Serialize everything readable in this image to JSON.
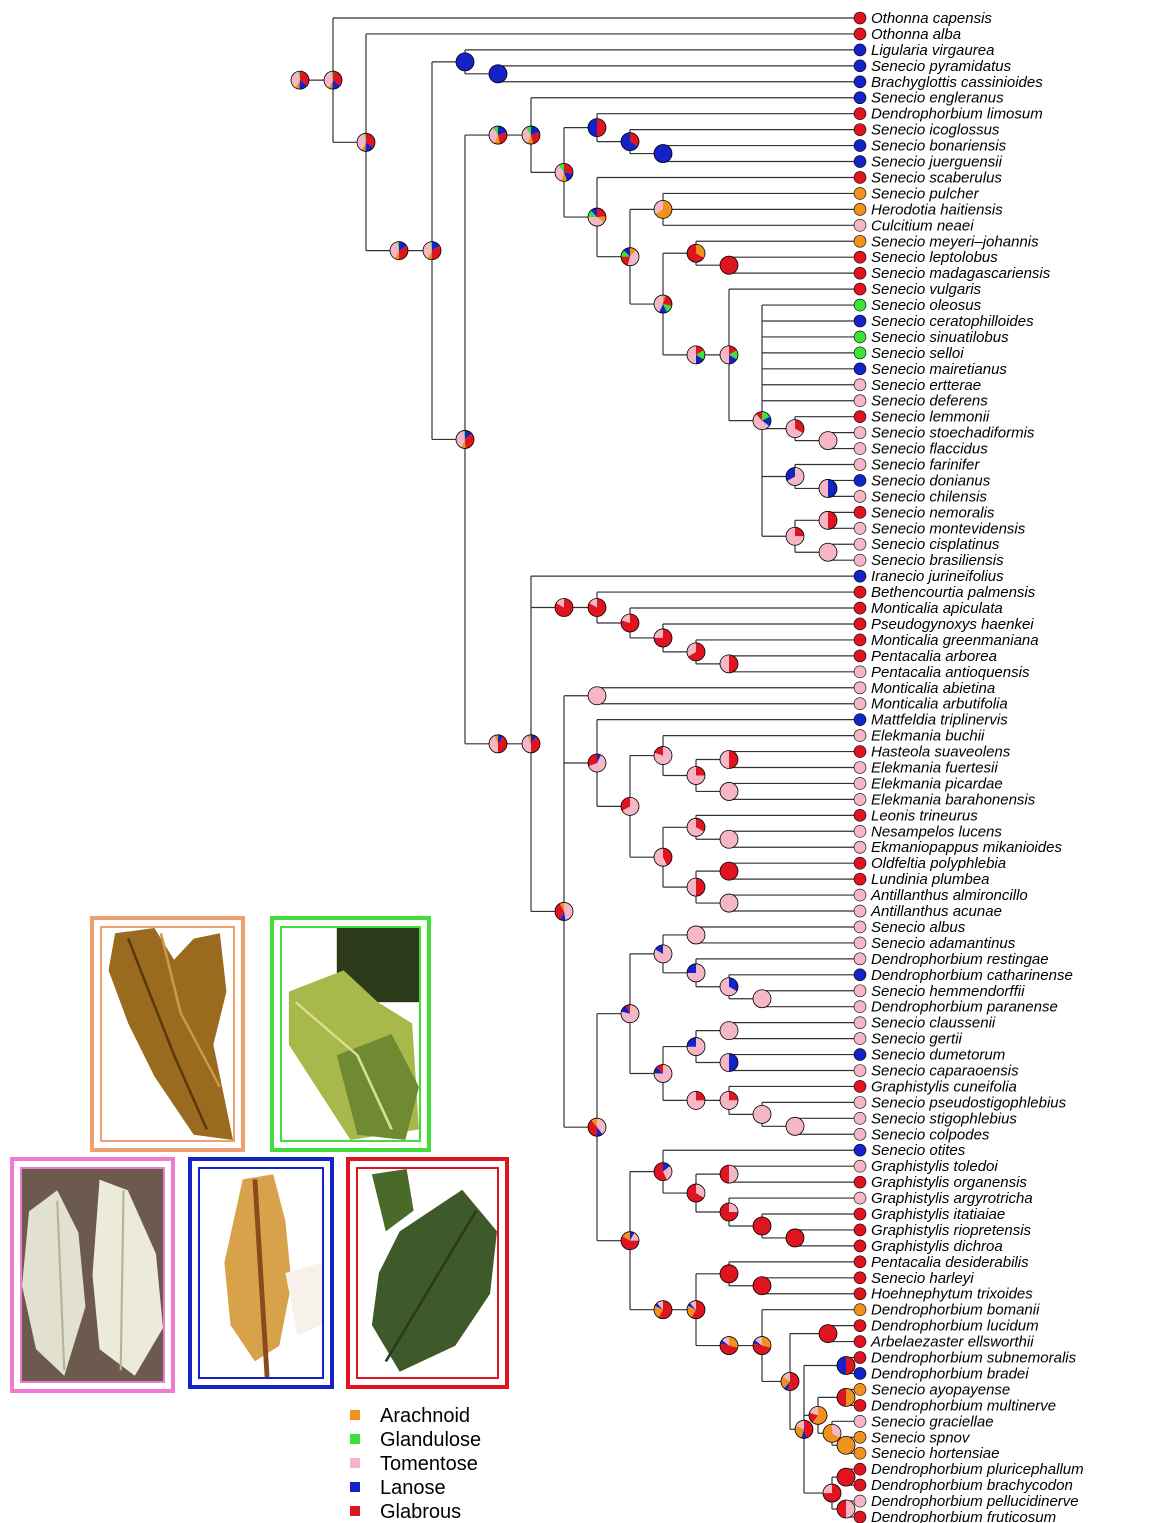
{
  "colors": {
    "Arachnoid": "#f0921e",
    "Glandulose": "#3ee03a",
    "Tomentose": "#f5b6c5",
    "Lanose": "#1423c8",
    "Glabrous": "#e0141e"
  },
  "legend": [
    {
      "key": "Arachnoid",
      "label": "Arachnoid"
    },
    {
      "key": "Glandulose",
      "label": "Glandulose"
    },
    {
      "key": "Tomentose",
      "label": "Tomentose"
    },
    {
      "key": "Lanose",
      "label": "Lanose"
    },
    {
      "key": "Glabrous",
      "label": "Glabrous"
    }
  ],
  "tips": [
    {
      "name": "Othonna capensis",
      "state": "Glabrous"
    },
    {
      "name": "Othonna alba",
      "state": "Glabrous"
    },
    {
      "name": "Ligularia virgaurea",
      "state": "Lanose"
    },
    {
      "name": "Senecio pyramidatus",
      "state": "Lanose"
    },
    {
      "name": "Brachyglottis cassinioides",
      "state": "Lanose"
    },
    {
      "name": "Senecio engleranus",
      "state": "Lanose"
    },
    {
      "name": "Dendrophorbium limosum",
      "state": "Glabrous"
    },
    {
      "name": "Senecio icoglossus",
      "state": "Glabrous"
    },
    {
      "name": "Senecio bonariensis",
      "state": "Lanose"
    },
    {
      "name": "Senecio juerguensii",
      "state": "Lanose"
    },
    {
      "name": "Senecio scaberulus",
      "state": "Glabrous"
    },
    {
      "name": "Senecio pulcher",
      "state": "Arachnoid"
    },
    {
      "name": "Herodotia haitiensis",
      "state": "Arachnoid"
    },
    {
      "name": "Culcitium neaei",
      "state": "Tomentose"
    },
    {
      "name": "Senecio meyeri–johannis",
      "state": "Arachnoid"
    },
    {
      "name": "Senecio leptolobus",
      "state": "Glabrous"
    },
    {
      "name": "Senecio madagascariensis",
      "state": "Glabrous"
    },
    {
      "name": "Senecio vulgaris",
      "state": "Glabrous"
    },
    {
      "name": "Senecio oleosus",
      "state": "Glandulose"
    },
    {
      "name": "Senecio ceratophilloides",
      "state": "Lanose"
    },
    {
      "name": "Senecio sinuatilobus",
      "state": "Glandulose"
    },
    {
      "name": "Senecio selloi",
      "state": "Glandulose"
    },
    {
      "name": "Senecio mairetianus",
      "state": "Lanose"
    },
    {
      "name": "Senecio ertterae",
      "state": "Tomentose"
    },
    {
      "name": "Senecio deferens",
      "state": "Tomentose"
    },
    {
      "name": "Senecio lemmonii",
      "state": "Glabrous"
    },
    {
      "name": "Senecio stoechadiformis",
      "state": "Tomentose"
    },
    {
      "name": "Senecio flaccidus",
      "state": "Tomentose"
    },
    {
      "name": "Senecio farinifer",
      "state": "Tomentose"
    },
    {
      "name": "Senecio donianus",
      "state": "Lanose"
    },
    {
      "name": "Senecio chilensis",
      "state": "Tomentose"
    },
    {
      "name": "Senecio nemoralis",
      "state": "Glabrous"
    },
    {
      "name": "Senecio montevidensis",
      "state": "Tomentose"
    },
    {
      "name": "Senecio cisplatinus",
      "state": "Tomentose"
    },
    {
      "name": "Senecio brasiliensis",
      "state": "Tomentose"
    },
    {
      "name": "Iranecio jurineifolius",
      "state": "Lanose"
    },
    {
      "name": "Bethencourtia palmensis",
      "state": "Glabrous"
    },
    {
      "name": "Monticalia apiculata",
      "state": "Glabrous"
    },
    {
      "name": "Pseudogynoxys haenkei",
      "state": "Glabrous"
    },
    {
      "name": "Monticalia greenmaniana",
      "state": "Glabrous"
    },
    {
      "name": "Pentacalia arborea",
      "state": "Glabrous"
    },
    {
      "name": "Pentacalia antioquensis",
      "state": "Tomentose"
    },
    {
      "name": "Monticalia abietina",
      "state": "Tomentose"
    },
    {
      "name": "Monticalia arbutifolia",
      "state": "Tomentose"
    },
    {
      "name": "Mattfeldia triplinervis",
      "state": "Lanose"
    },
    {
      "name": "Elekmania buchii",
      "state": "Tomentose"
    },
    {
      "name": "Hasteola suaveolens",
      "state": "Glabrous"
    },
    {
      "name": "Elekmania fuertesii",
      "state": "Tomentose"
    },
    {
      "name": "Elekmania picardae",
      "state": "Tomentose"
    },
    {
      "name": "Elekmania barahonensis",
      "state": "Tomentose"
    },
    {
      "name": "Leonis trineurus",
      "state": "Glabrous"
    },
    {
      "name": "Nesampelos lucens",
      "state": "Tomentose"
    },
    {
      "name": "Ekmaniopappus mikanioides",
      "state": "Tomentose"
    },
    {
      "name": "Oldfeltia polyphlebia",
      "state": "Glabrous"
    },
    {
      "name": "Lundinia plumbea",
      "state": "Glabrous"
    },
    {
      "name": "Antillanthus almironcillo",
      "state": "Tomentose"
    },
    {
      "name": "Antillanthus acunae",
      "state": "Tomentose"
    },
    {
      "name": "Senecio albus",
      "state": "Tomentose"
    },
    {
      "name": "Senecio adamantinus",
      "state": "Tomentose"
    },
    {
      "name": "Dendrophorbium restingae",
      "state": "Tomentose"
    },
    {
      "name": "Dendrophorbium catharinense",
      "state": "Lanose"
    },
    {
      "name": "Senecio hemmendorffii",
      "state": "Tomentose"
    },
    {
      "name": "Dendrophorbium paranense",
      "state": "Tomentose"
    },
    {
      "name": "Senecio claussenii",
      "state": "Tomentose"
    },
    {
      "name": "Senecio gertii",
      "state": "Tomentose"
    },
    {
      "name": "Senecio dumetorum",
      "state": "Lanose"
    },
    {
      "name": "Senecio caparaoensis",
      "state": "Tomentose"
    },
    {
      "name": "Graphistylis cuneifolia",
      "state": "Glabrous"
    },
    {
      "name": "Senecio pseudostigophlebius",
      "state": "Tomentose"
    },
    {
      "name": "Senecio stigophlebius",
      "state": "Tomentose"
    },
    {
      "name": "Senecio colpodes",
      "state": "Tomentose"
    },
    {
      "name": "Senecio otites",
      "state": "Lanose"
    },
    {
      "name": "Graphistylis toledoi",
      "state": "Tomentose"
    },
    {
      "name": "Graphistylis organensis",
      "state": "Glabrous"
    },
    {
      "name": "Graphistylis argyrotricha",
      "state": "Tomentose"
    },
    {
      "name": "Graphistylis itatiaiae",
      "state": "Glabrous"
    },
    {
      "name": "Graphistylis riopretensis",
      "state": "Glabrous"
    },
    {
      "name": "Graphistylis dichroa",
      "state": "Glabrous"
    },
    {
      "name": "Pentacalia desiderabilis",
      "state": "Glabrous"
    },
    {
      "name": "Senecio harleyi",
      "state": "Glabrous"
    },
    {
      "name": "Hoehnephytum trixoides",
      "state": "Glabrous"
    },
    {
      "name": "Dendrophorbium bomanii",
      "state": "Arachnoid"
    },
    {
      "name": "Dendrophorbium lucidum",
      "state": "Glabrous"
    },
    {
      "name": "Arbelaezaster ellsworthii",
      "state": "Glabrous"
    },
    {
      "name": "Dendrophorbium subnemoralis",
      "state": "Glabrous"
    },
    {
      "name": "Dendrophorbium bradei",
      "state": "Lanose"
    },
    {
      "name": "Senecio ayopayense",
      "state": "Arachnoid"
    },
    {
      "name": "Dendrophorbium multinerve",
      "state": "Glabrous"
    },
    {
      "name": "Senecio graciellae",
      "state": "Tomentose"
    },
    {
      "name": "Senecio spnov",
      "state": "Arachnoid"
    },
    {
      "name": "Senecio hortensiae",
      "state": "Arachnoid"
    },
    {
      "name": "Dendrophorbium pluricephallum",
      "state": "Glabrous"
    },
    {
      "name": "Dendrophorbium brachycodon",
      "state": "Glabrous"
    },
    {
      "name": "Dendrophorbium pellucidinerve",
      "state": "Tomentose"
    },
    {
      "name": "Dendrophorbium fruticosum",
      "state": "Glabrous"
    }
  ],
  "tree": [
    [
      [
        "Othonna capensis",
        [
          "Othonna alba",
          [
            [
              [
                "Ligularia virgaurea",
                [
                  "Senecio pyramidatus",
                  "Brachyglottis cassinioides"
                ]
              ],
              [
                [
                  [
                    "Senecio engleranus",
                    [
                      [
                        "Dendrophorbium limosum",
                        [
                          "Senecio icoglossus",
                          [
                            "Senecio bonariensis",
                            "Senecio juerguensii"
                          ]
                        ]
                      ],
                      [
                        "Senecio scaberulus",
                        [
                          [
                            "Senecio pulcher",
                            "Herodotia haitiensis",
                            "Culcitium neaei"
                          ],
                          [
                            [
                              "Senecio meyeri–johannis",
                              [
                                "Senecio leptolobus",
                                "Senecio madagascariensis"
                              ]
                            ],
                            [
                              [
                                "Senecio vulgaris",
                                [
                                  "Senecio oleosus",
                                  "Senecio ceratophilloides",
                                  "Senecio sinuatilobus",
                                  "Senecio selloi",
                                  "Senecio mairetianus",
                                  "Senecio ertterae",
                                  "Senecio deferens",
                                  [
                                    "Senecio lemmonii",
                                    [
                                      "Senecio stoechadiformis",
                                      "Senecio flaccidus"
                                    ]
                                  ],
                                  [
                                    "Senecio farinifer",
                                    [
                                      "Senecio donianus",
                                      "Senecio chilensis"
                                    ]
                                  ],
                                  [
                                    [
                                      "Senecio nemoralis",
                                      "Senecio montevidensis"
                                    ],
                                    [
                                      "Senecio cisplatinus",
                                      "Senecio brasiliensis"
                                    ]
                                  ]
                                ]
                              ]
                            ]
                          ]
                        ]
                      ]
                    ]
                  ]
                ],
                [
                  [
                    "Iranecio jurineifolius",
                    [
                      [
                        "Bethencourtia palmensis",
                        [
                          "Monticalia apiculata",
                          [
                            "Pseudogynoxys haenkei",
                            [
                              "Monticalia greenmaniana",
                              [
                                "Pentacalia arborea",
                                "Pentacalia antioquensis"
                              ]
                            ]
                          ]
                        ]
                      ]
                    ],
                    [
                      [
                        "Monticalia abietina",
                        "Monticalia arbutifolia"
                      ],
                      [
                        "Mattfeldia triplinervis",
                        [
                          [
                            "Elekmania buchii",
                            [
                              [
                                "Hasteola suaveolens",
                                "Elekmania fuertesii"
                              ],
                              [
                                "Elekmania picardae",
                                "Elekmania barahonensis"
                              ]
                            ]
                          ],
                          [
                            [
                              "Leonis trineurus",
                              [
                                "Nesampelos lucens",
                                "Ekmaniopappus mikanioides"
                              ]
                            ],
                            [
                              [
                                "Oldfeltia polyphlebia",
                                "Lundinia plumbea"
                              ],
                              [
                                "Antillanthus almironcillo",
                                "Antillanthus acunae"
                              ]
                            ]
                          ]
                        ]
                      ],
                      [
                        [
                          [
                            [
                              "Senecio albus",
                              "Senecio adamantinus"
                            ],
                            [
                              "Dendrophorbium restingae",
                              [
                                "Dendrophorbium catharinense",
                                [
                                  "Senecio hemmendorffii",
                                  "Dendrophorbium paranense"
                                ]
                              ]
                            ]
                          ],
                          [
                            [
                              [
                                "Senecio claussenii",
                                "Senecio gertii"
                              ],
                              [
                                "Senecio dumetorum",
                                "Senecio caparaoensis"
                              ]
                            ],
                            [
                              [
                                "Graphistylis cuneifolia",
                                [
                                  "Senecio pseudostigophlebius",
                                  [
                                    "Senecio stigophlebius",
                                    "Senecio colpodes"
                                  ]
                                ]
                              ]
                            ]
                          ]
                        ],
                        [
                          [
                            "Senecio otites",
                            [
                              [
                                "Graphistylis toledoi",
                                "Graphistylis organensis"
                              ],
                              [
                                "Graphistylis argyrotricha",
                                [
                                  "Graphistylis itatiaiae",
                                  [
                                    "Graphistylis riopretensis",
                                    "Graphistylis dichroa"
                                  ]
                                ]
                              ]
                            ]
                          ],
                          [
                            [
                              [
                                "Pentacalia desiderabilis",
                                [
                                  "Senecio harleyi",
                                  "Hoehnephytum trixoides"
                                ]
                              ],
                              [
                                [
                                  "Dendrophorbium bomanii",
                                  [
                                    [
                                      "Dendrophorbium lucidum",
                                      "Arbelaezaster ellsworthii"
                                    ],
                                    [
                                      [
                                        "Dendrophorbium subnemoralis",
                                        "Dendrophorbium bradei"
                                      ],
                                      [
                                        [
                                          "Senecio ayopayense",
                                          "Dendrophorbium multinerve"
                                        ],
                                        [
                                          "Senecio graciellae",
                                          [
                                            "Senecio spnov",
                                            "Senecio hortensiae"
                                          ]
                                        ]
                                      ],
                                      [
                                        [
                                          "Dendrophorbium pluricephallum",
                                          "Dendrophorbium brachycodon"
                                        ],
                                        [
                                          "Dendrophorbium pellucidinerve",
                                          "Dendrophorbium fruticosum"
                                        ]
                                      ]
                                    ]
                                  ]
                                ]
                              ]
                            ]
                          ]
                        ]
                      ]
                    ]
                  ]
                ]
              ]
            ]
          ]
        ]
      ]
    ]
  ],
  "photos": [
    {
      "key": "Arachnoid",
      "label": "arachnoid-leaf-photo"
    },
    {
      "key": "Glandulose",
      "label": "glandulose-leaf-photo"
    },
    {
      "key": "Tomentose",
      "label": "tomentose-leaf-photo"
    },
    {
      "key": "Lanose",
      "label": "lanose-leaf-photo"
    },
    {
      "key": "Glabrous",
      "label": "glabrous-leaf-photo"
    }
  ]
}
